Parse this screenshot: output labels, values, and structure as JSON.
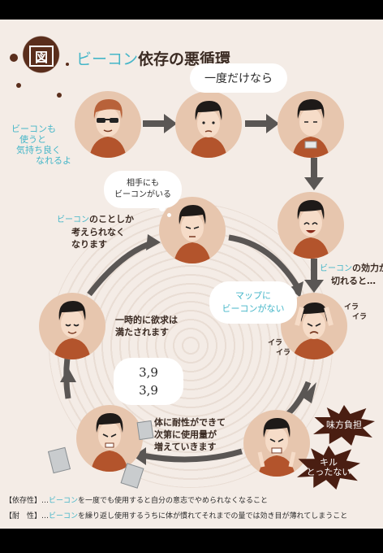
{
  "header": {
    "badge": "図",
    "title_cyan": "ビーコン",
    "title_rest": "依存の悪循環"
  },
  "clouds": {
    "only_once": "一度だけなら",
    "partner_has": [
      "相手にも",
      "ビーコンがいる"
    ],
    "no_beacon_map": [
      "マップに",
      "ビーコンがない"
    ],
    "numbers": [
      "3,9",
      "3,9"
    ]
  },
  "notes": {
    "feel_good": [
      "ビーコンも",
      "使うと",
      "気持ち良く",
      "なれるよ"
    ],
    "only_think": {
      "cyan": "ビーコン",
      "rest": "のことしか",
      "line2": "考えられなく",
      "line3": "なります"
    },
    "effect_wears": {
      "cyan": "ビーコン",
      "rest": "の効力が",
      "line2": "切れると…"
    },
    "satisfied": [
      "一時的に欲求は",
      "満たされます"
    ],
    "tolerance": [
      "体に耐性ができて",
      "次第に使用量が",
      "増えていきます"
    ]
  },
  "irritation": {
    "right": [
      "イラ",
      "イラ"
    ],
    "left": [
      "イラ",
      "イラ"
    ]
  },
  "bursts": {
    "flavor": "味方負担",
    "kill": [
      "キル",
      "とったない"
    ]
  },
  "definitions": [
    {
      "label": "【依存性】…",
      "cyan": "ビーコン",
      "rest": "を一度でも使用すると自分の意志でやめられなくなること"
    },
    {
      "label": "【耐　性】…",
      "cyan": "ビーコン",
      "rest": "を繰り返し使用するうちに体が慣れてそれまでの量では効き目が薄れてしまうこと"
    }
  ],
  "colors": {
    "background": "#f4ece6",
    "accent_cyan": "#45b6c8",
    "shirt": "#b3542c",
    "burst": "#4a1e12"
  }
}
